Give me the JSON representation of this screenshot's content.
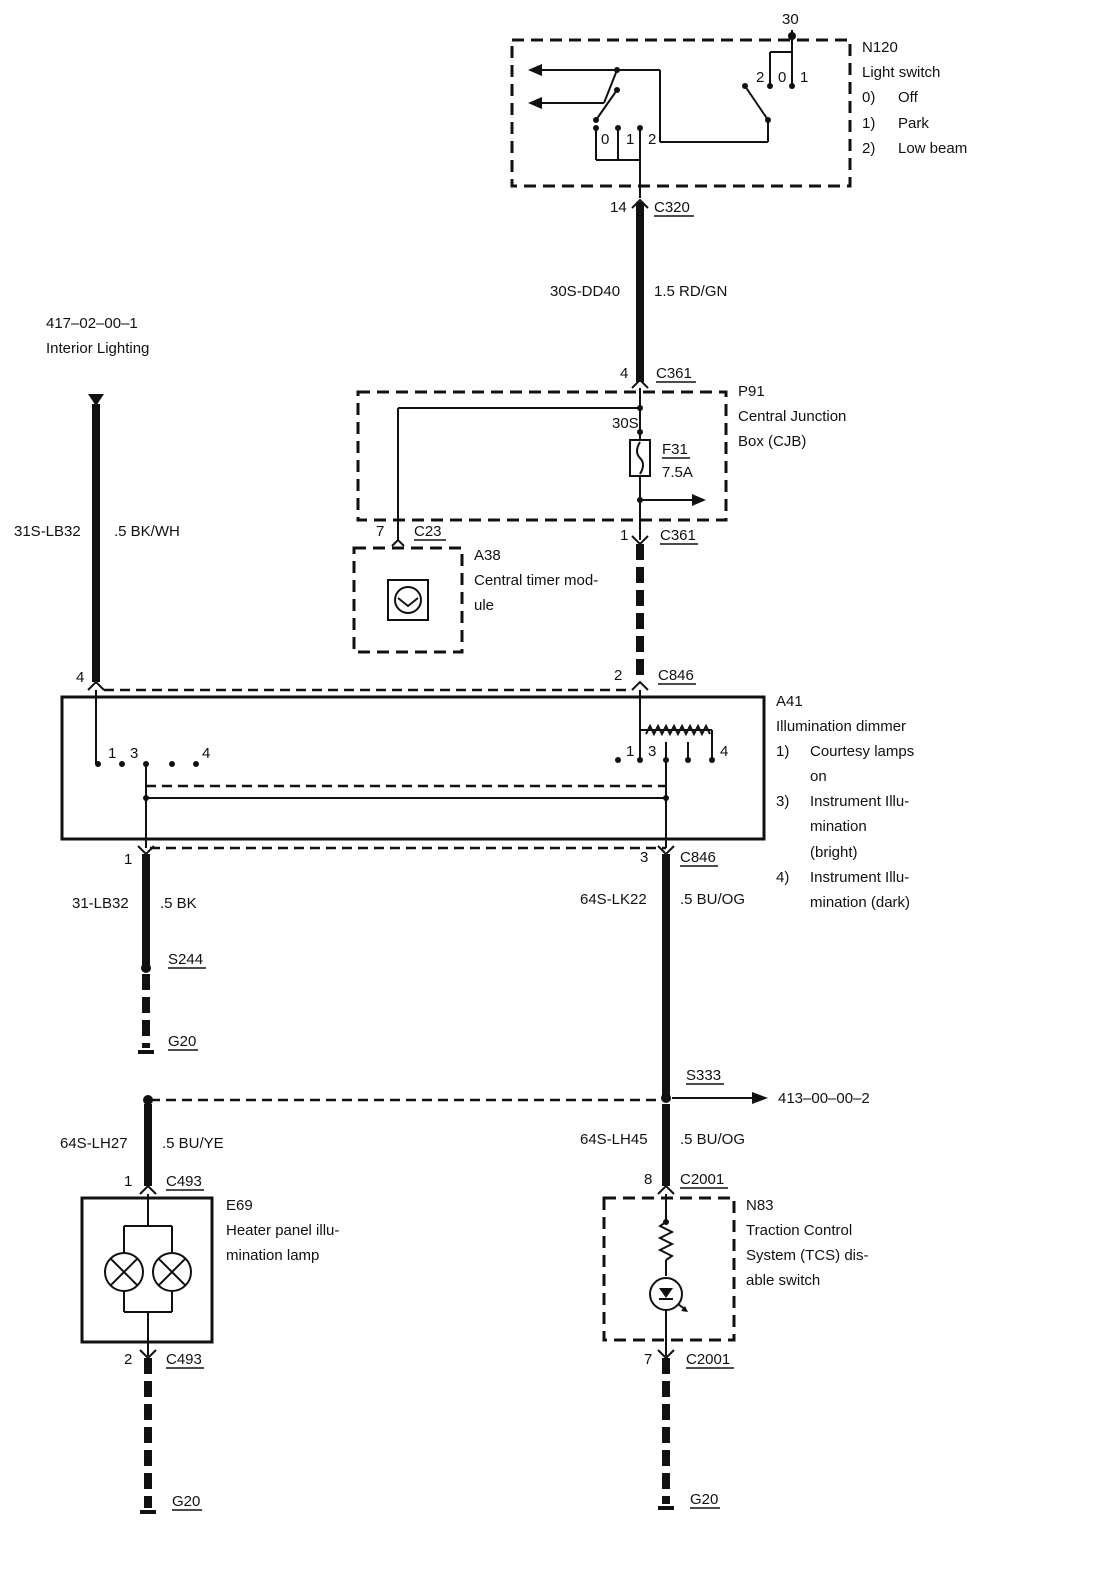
{
  "components": {
    "n120": {
      "id": "N120",
      "name": "Light switch",
      "supply": "30",
      "positions": [
        {
          "key": "0)",
          "label": "Off"
        },
        {
          "key": "1)",
          "label": "Park"
        },
        {
          "key": "2)",
          "label": "Low beam"
        }
      ],
      "contacts_left": [
        "0",
        "1",
        "2"
      ],
      "contacts_right": [
        "2",
        "0",
        "1"
      ]
    },
    "p91": {
      "id": "P91",
      "name_line1": "Central Junction",
      "name_line2": "Box (CJB)",
      "pin": "30S",
      "fuse": "F31",
      "fuse_rating": "7.5A"
    },
    "a38": {
      "id": "A38",
      "name_line1": "Central timer mod-",
      "name_line2": "ule"
    },
    "a41": {
      "id": "A41",
      "name": "Illumination dimmer",
      "positions": [
        {
          "key": "1)",
          "line1": "Courtesy lamps",
          "line2": "on"
        },
        {
          "key": "3)",
          "line1": "Instrument Illu-",
          "line2": "mination",
          "line3": "(bright)"
        },
        {
          "key": "4)",
          "line1": "Instrument Illu-",
          "line2": "mination (dark)"
        }
      ],
      "contacts_left": [
        "1",
        "3",
        "4"
      ],
      "contacts_right": [
        "1",
        "3",
        "4"
      ]
    },
    "e69": {
      "id": "E69",
      "name_line1": "Heater panel illu-",
      "name_line2": "mination lamp"
    },
    "n83": {
      "id": "N83",
      "name_line1": "Traction Control",
      "name_line2": "System (TCS) dis-",
      "name_line3": "able switch"
    }
  },
  "connectors": {
    "c320": {
      "pin": "14",
      "name": "C320"
    },
    "c361_top": {
      "pin": "4",
      "name": "C361"
    },
    "c361_bot": {
      "pin": "1",
      "name": "C361"
    },
    "c23": {
      "pin": "7",
      "name": "C23"
    },
    "c846_top_right": {
      "pin": "2",
      "name": "C846"
    },
    "c846_top_left": {
      "pin": "4"
    },
    "c846_bot_left": {
      "pin": "1"
    },
    "c846_bot_right": {
      "pin": "3",
      "name": "C846"
    },
    "c493_top": {
      "pin": "1",
      "name": "C493"
    },
    "c493_bot": {
      "pin": "2",
      "name": "C493"
    },
    "c2001_top": {
      "pin": "8",
      "name": "C2001"
    },
    "c2001_bot": {
      "pin": "7",
      "name": "C2001"
    }
  },
  "wires": {
    "dd40": {
      "circuit": "30S-DD40",
      "spec": "1.5 RD/GN"
    },
    "lb32s": {
      "circuit": "31S-LB32",
      "spec": ".5 BK/WH"
    },
    "lb32": {
      "circuit": "31-LB32",
      "spec": ".5 BK"
    },
    "lk22": {
      "circuit": "64S-LK22",
      "spec": ".5 BU/OG"
    },
    "lh27": {
      "circuit": "64S-LH27",
      "spec": ".5 BU/YE"
    },
    "lh45": {
      "circuit": "64S-LH45",
      "spec": ".5 BU/OG"
    }
  },
  "splices": {
    "s244": "S244",
    "s333": "S333"
  },
  "grounds": {
    "g20_a": "G20",
    "g20_b": "G20",
    "g20_c": "G20"
  },
  "references": {
    "interior": {
      "code": "417–02–00–1",
      "name": "Interior Lighting"
    },
    "out": {
      "code": "413–00–00–2"
    }
  }
}
